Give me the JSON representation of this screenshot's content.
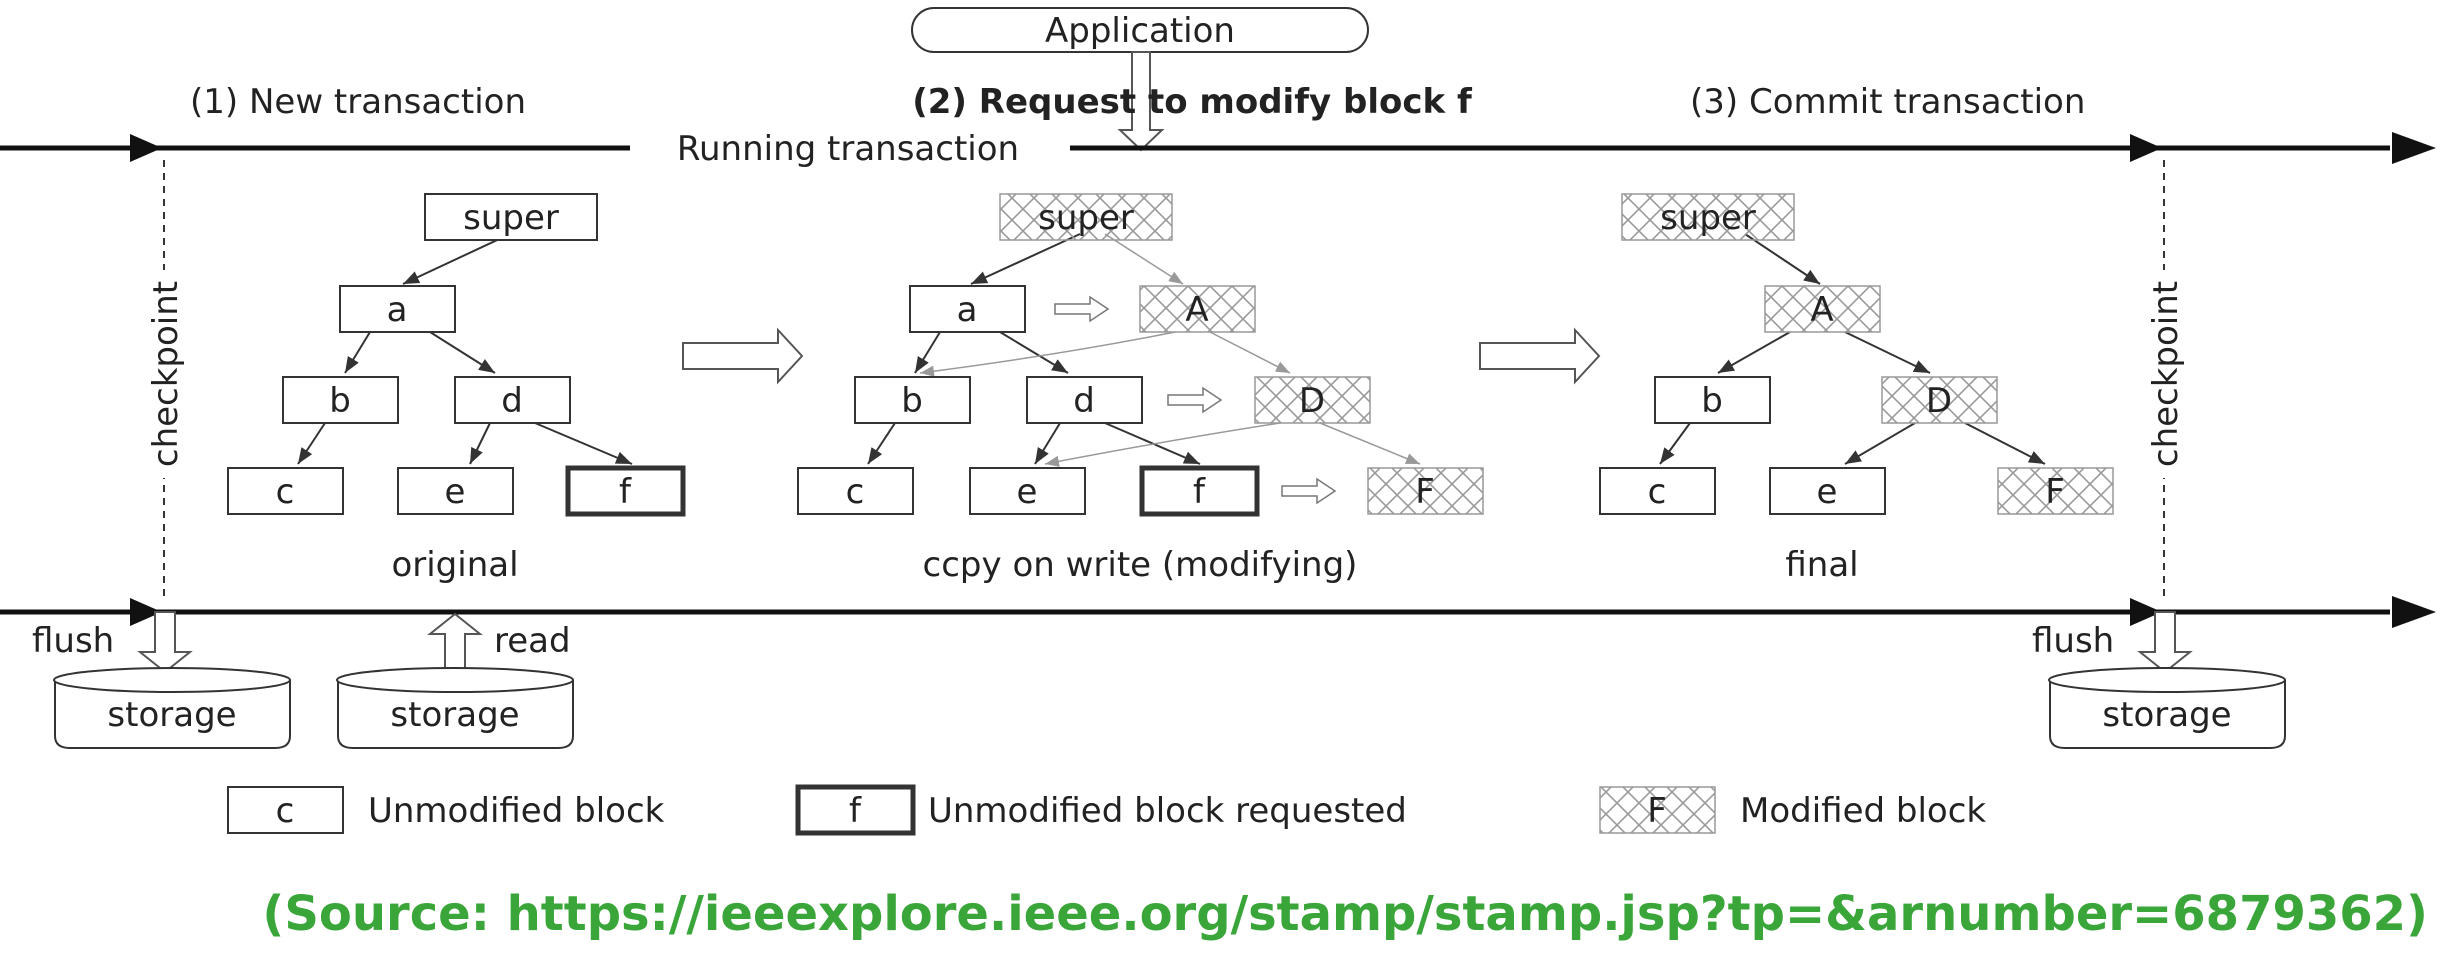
{
  "application": "Application",
  "phases": {
    "new": "(1) New transaction",
    "request": "(2) Request to modify block f",
    "commit": "(3) Commit transaction"
  },
  "running": "Running transaction",
  "checkpoint": "checkpoint",
  "flush": "flush",
  "read": "read",
  "storage": "storage",
  "trees": {
    "original": {
      "caption": "original",
      "super": "super",
      "a": "a",
      "b": "b",
      "d": "d",
      "c": "c",
      "e": "e",
      "f": "f"
    },
    "cow": {
      "caption": "ccpy on write (modifying)",
      "super": "super",
      "a": "a",
      "b": "b",
      "d": "d",
      "c": "c",
      "e": "e",
      "f": "f",
      "A": "A",
      "D": "D",
      "F": "F"
    },
    "final": {
      "caption": "final",
      "super": "super",
      "A": "A",
      "b": "b",
      "D": "D",
      "c": "c",
      "e": "e",
      "F": "F"
    }
  },
  "legend": {
    "unmodified": {
      "sample": "c",
      "label": "Unmodified block"
    },
    "requested": {
      "sample": "f",
      "label": "Unmodified block requested"
    },
    "modified": {
      "sample": "F",
      "label": "Modified block"
    }
  },
  "source": "(Source: https://ieeexplore.ieee.org/stamp/stamp.jsp?tp=&arnumber=6879362)",
  "colors": {
    "source_text": "#3aa63a",
    "ink": "#222222",
    "hatch": "#9a9a9a"
  }
}
